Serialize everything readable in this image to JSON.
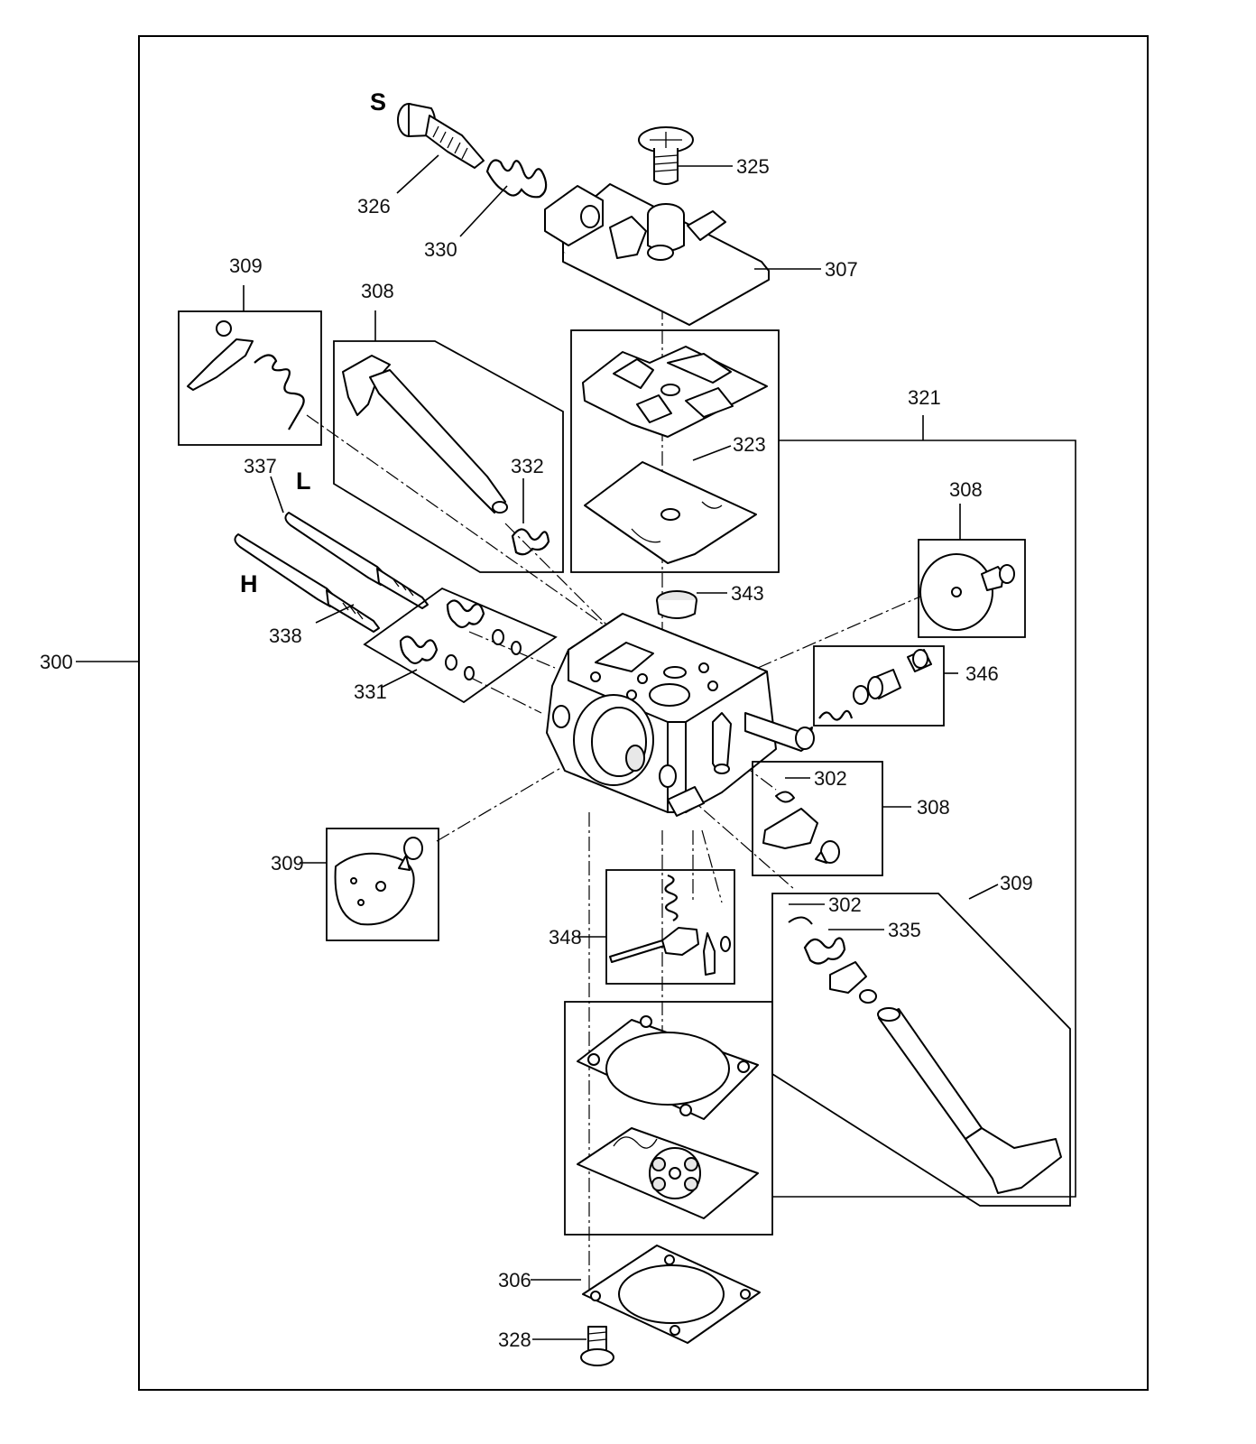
{
  "letters": {
    "s": "S",
    "l": "L",
    "h": "H"
  },
  "callouts": {
    "c300": "300",
    "c302a": "302",
    "c302b": "302",
    "c306": "306",
    "c307": "307",
    "c308a": "308",
    "c308b": "308",
    "c308c": "308",
    "c309a": "309",
    "c309b": "309",
    "c309c": "309",
    "c321": "321",
    "c323": "323",
    "c325": "325",
    "c326": "326",
    "c328": "328",
    "c330": "330",
    "c331": "331",
    "c332": "332",
    "c335": "335",
    "c337": "337",
    "c338": "338",
    "c343": "343",
    "c346": "346",
    "c348": "348"
  }
}
